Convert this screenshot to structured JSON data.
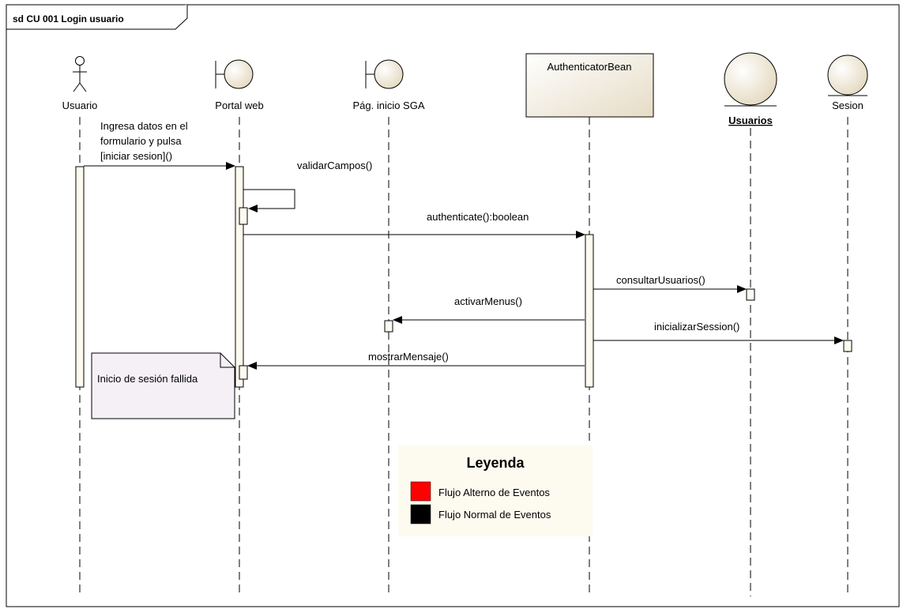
{
  "frame": {
    "title": "sd CU 001 Login  usuario"
  },
  "lifelines": {
    "usuario": "Usuario",
    "portal": "Portal web",
    "pagina": "Pág. inicio SGA",
    "authenticator": "AuthenticatorBean",
    "usuarios": "Usuarios",
    "sesion": "Sesion"
  },
  "messages": {
    "ingresa": [
      "Ingresa datos en el",
      "formulario y pulsa",
      "[iniciar sesion]()"
    ],
    "validar": "validarCampos()",
    "authenticate": "authenticate():boolean",
    "consultar": "consultarUsuarios()",
    "activar": "activarMenus()",
    "inicializar": "inicializarSession()",
    "mostrar": "mostrarMensaje()"
  },
  "note": {
    "text": "Inicio de sesión fallida",
    "color": "#e8161b"
  },
  "legend": {
    "title": "Leyenda",
    "items": [
      {
        "label": "Flujo Alterno de Eventos",
        "color": "#ff0000"
      },
      {
        "label": "Flujo Normal de Eventos",
        "color": "#000000"
      }
    ]
  },
  "colors": {
    "object_fill": "#f1ebdd",
    "note_fill": "#f4f0f6",
    "legend_fill": "#fdfaf0",
    "line": "#000000"
  }
}
